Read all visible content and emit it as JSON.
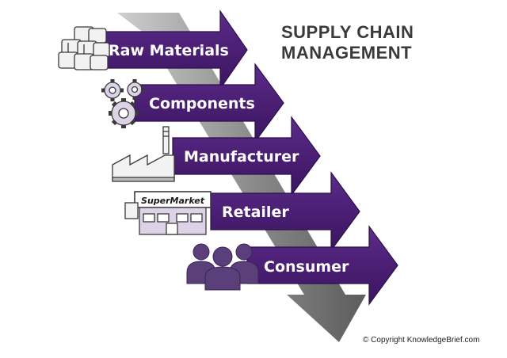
{
  "title": {
    "line1": "SUPPLY CHAIN",
    "line2": "MANAGEMENT"
  },
  "stages": [
    {
      "label": "Raw Materials",
      "icon": "cube-stack-icon"
    },
    {
      "label": "Components",
      "icon": "gears-icon"
    },
    {
      "label": "Manufacturer",
      "icon": "factory-icon"
    },
    {
      "label": "Retailer",
      "icon": "supermarket-icon"
    },
    {
      "label": "Consumer",
      "icon": "people-icon"
    }
  ],
  "store_sign": "SuperMarket",
  "copyright": "Copyright KnowledgeBrief.com",
  "colors": {
    "arrow": "#4b1f74",
    "arrow_edge": "#2c0f4c",
    "backbone": "#6d6d6d",
    "icon_fill": "#ddd3e8",
    "title": "#3a3a3a"
  }
}
